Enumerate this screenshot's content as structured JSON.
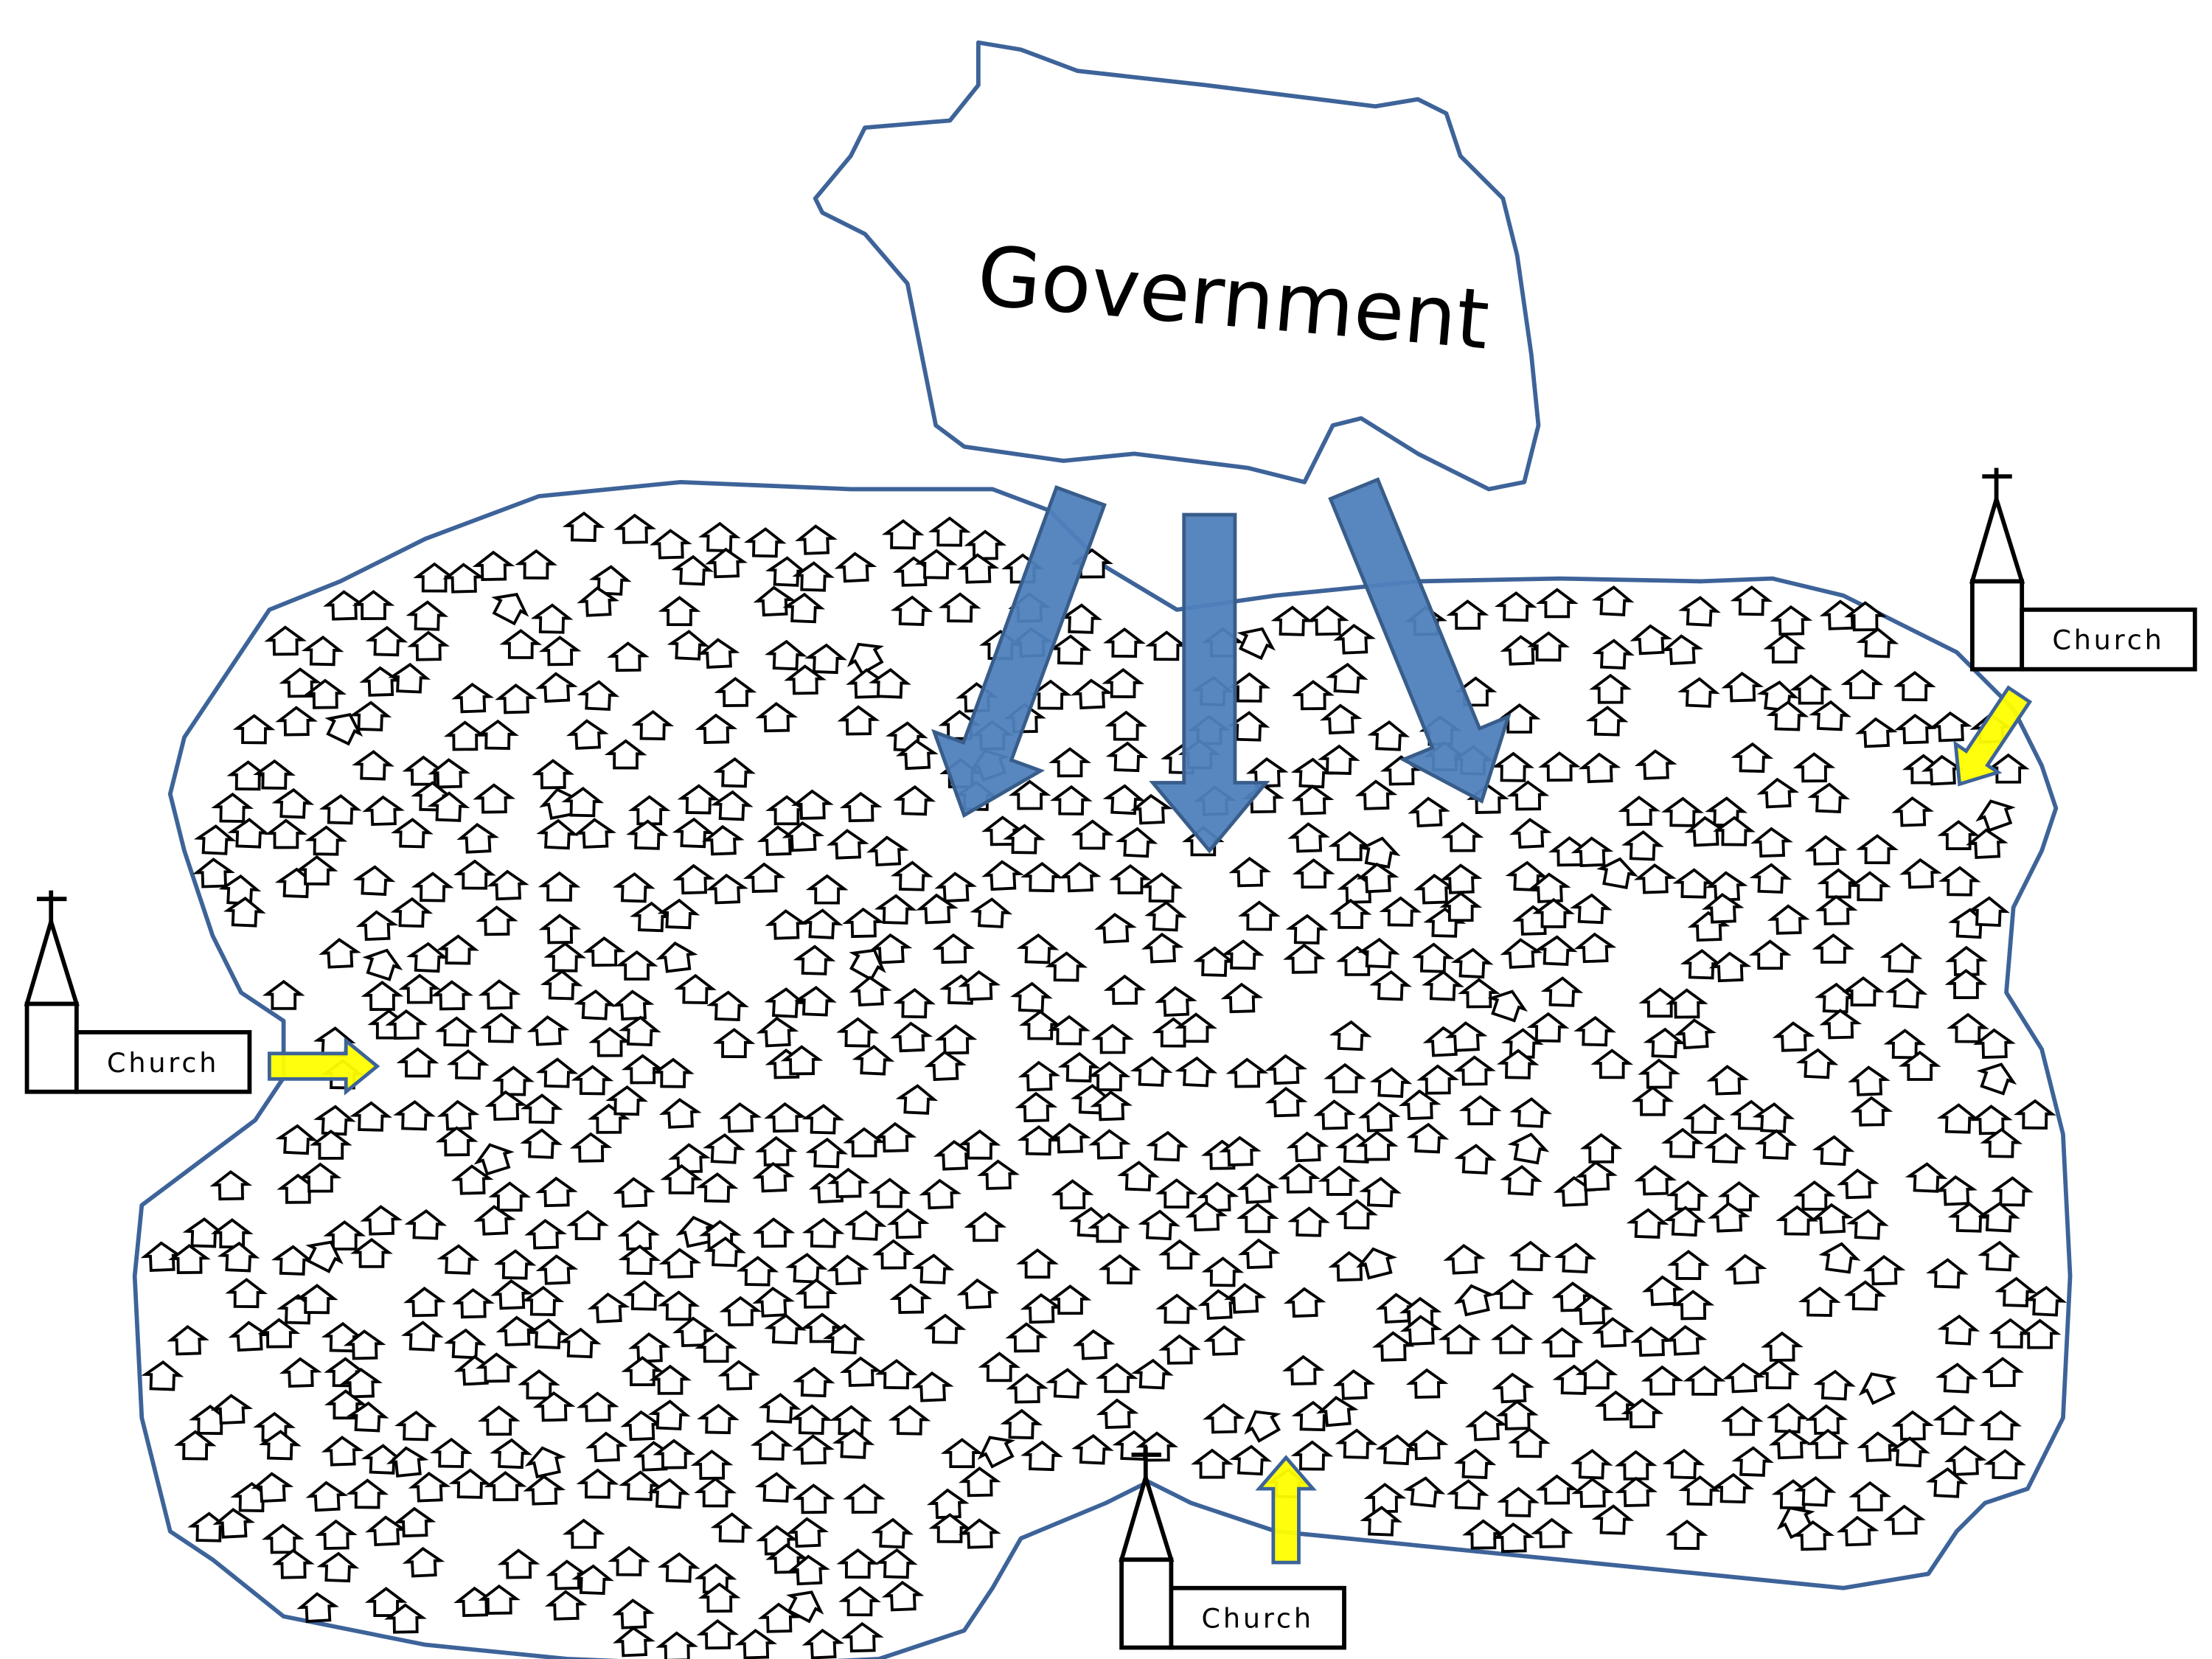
{
  "government": {
    "label": "Government"
  },
  "churches": [
    {
      "label": "Church"
    },
    {
      "label": "Church"
    },
    {
      "label": "Church"
    }
  ],
  "colors": {
    "outline": "#3d6399",
    "blue_arrow_fill": "#4f81bd",
    "blue_arrow_stroke": "#385d8a",
    "yellow_arrow_fill": "#ffff00",
    "house_stroke": "#000000"
  }
}
